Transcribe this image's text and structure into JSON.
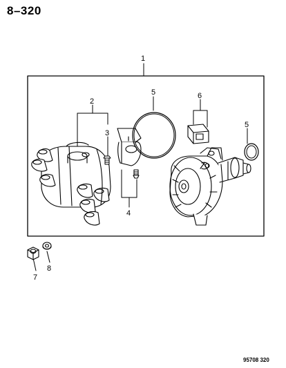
{
  "page_number": "8–320",
  "figure_code": "95708 320",
  "callouts": {
    "c1": "1",
    "c2": "2",
    "c3": "3",
    "c4": "4",
    "c5a": "5",
    "c5b": "5",
    "c6": "6",
    "c7": "7",
    "c8": "8"
  }
}
